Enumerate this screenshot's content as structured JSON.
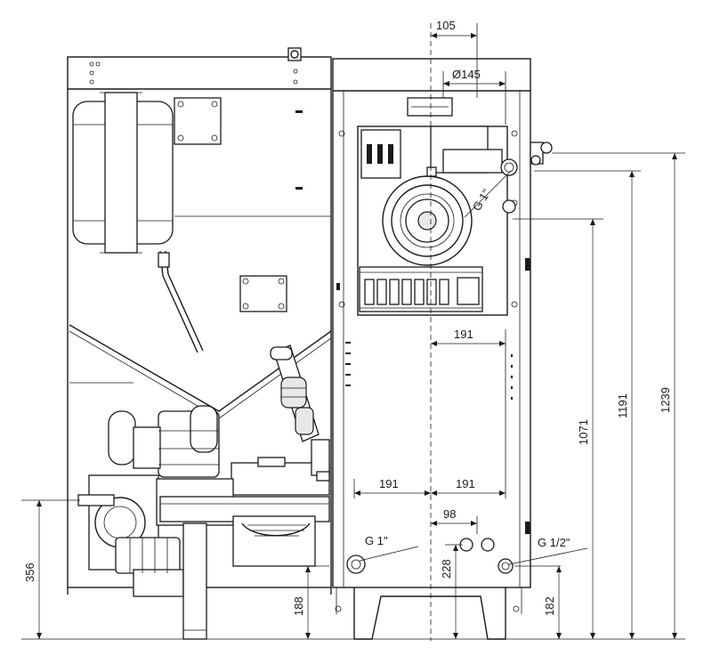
{
  "drawing": {
    "dimensions": {
      "d105": "105",
      "d145": "Ø145",
      "d191_top": "191",
      "d191_left": "191",
      "d191_right": "191",
      "d98": "98",
      "d356": "356",
      "d188": "188",
      "d228": "228",
      "d182": "182",
      "d1071": "1071",
      "d1191": "1191",
      "d1239": "1239"
    },
    "threads": {
      "g1_top": "G 1\"",
      "g1_bottom": "G 1\"",
      "g12": "G 1/2\""
    }
  }
}
